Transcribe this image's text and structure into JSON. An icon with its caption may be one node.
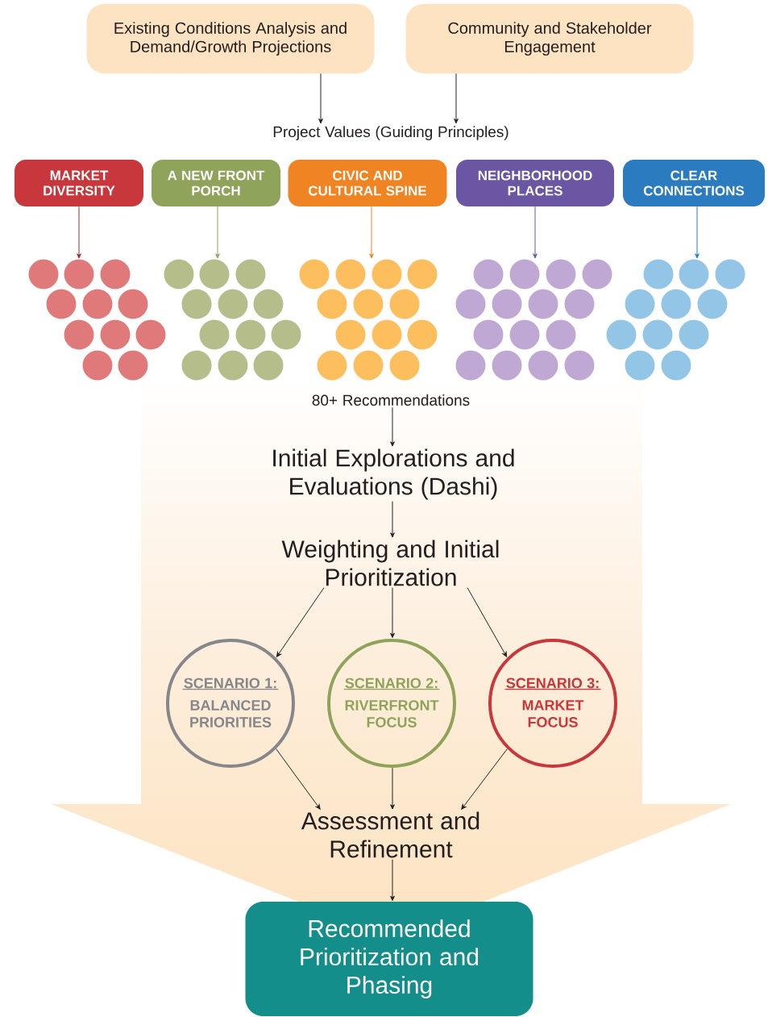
{
  "diagram": {
    "nodes": [
      {
        "text": [
          "Existing Conditions Analysis and Demand/Growth Projections"
        ]
      },
      {
        "text": [
          "Community and Stakeholder Engagement"
        ]
      },
      {
        "text": [
          "Project Values (Guiding Principles)"
        ]
      },
      {
        "text": [
          "MARKET DIVERSITY"
        ]
      },
      {
        "text": [
          "A NEW FRONT PORCH"
        ]
      },
      {
        "text": [
          "CIVIC AND CULTURAL SPINE"
        ]
      },
      {
        "text": [
          "NEIGHBORHOOD PLACES"
        ]
      },
      {
        "text": [
          "CLEAR CONNECTIONS"
        ]
      },
      {
        "text": [],
        "shape": "circle"
      },
      {
        "text": [],
        "shape": "circle"
      },
      {
        "text": [],
        "shape": "circle"
      },
      {
        "text": [],
        "shape": "circle"
      },
      {
        "text": [],
        "shape": "circle"
      },
      {
        "text": [
          "80+ Recommendations"
        ]
      },
      {
        "text": [
          "Initial Explorations and Evaluations (Dashi)"
        ]
      },
      {
        "text": [
          "Weighting and Initial Prioritization"
        ]
      },
      {
        "text": [
          "SCENARIO 1:",
          "BALANCED PRIORITIES"
        ]
      },
      {
        "text": [
          "SCENARIO 2:",
          "RIVERFRONT FOCUS"
        ]
      },
      {
        "text": [
          "SCENARIO 3:",
          "MARKET FOCUS"
        ]
      },
      {
        "text": [
          "Assessment and Refinement"
        ]
      },
      {
        "text": [
          "Recommended Prioritization and Phasing"
        ]
      }
    ],
    "edges": [
      {
        "from": 0,
        "to": 2,
        "arrow": "to"
      },
      {
        "from": 1,
        "to": 2,
        "arrow": "to"
      },
      {
        "from": 3,
        "to": 8,
        "arrow": "to",
        "color": "#9e2a2e"
      },
      {
        "from": 4,
        "to": 9,
        "arrow": "to",
        "color": "#8fa35a"
      },
      {
        "from": 5,
        "to": 10,
        "arrow": "to",
        "color": "#f08423"
      },
      {
        "from": 6,
        "to": 11,
        "arrow": "to",
        "color": "#6a56a3"
      },
      {
        "from": 7,
        "to": 12,
        "arrow": "to",
        "color": "#2a7bc0"
      },
      {
        "from": 13,
        "to": 14,
        "arrow": "to"
      },
      {
        "from": 14,
        "to": 15,
        "arrow": "to"
      },
      {
        "from": 15,
        "to": 16,
        "arrow": "to"
      },
      {
        "from": 15,
        "to": 17,
        "arrow": "to"
      },
      {
        "from": 15,
        "to": 18,
        "arrow": "to"
      },
      {
        "from": 16,
        "to": 19,
        "arrow": "to"
      },
      {
        "from": 17,
        "to": 19,
        "arrow": "to"
      },
      {
        "from": 18,
        "to": 19,
        "arrow": "to"
      },
      {
        "from": 19,
        "to": 20,
        "arrow": "to"
      }
    ]
  }
}
